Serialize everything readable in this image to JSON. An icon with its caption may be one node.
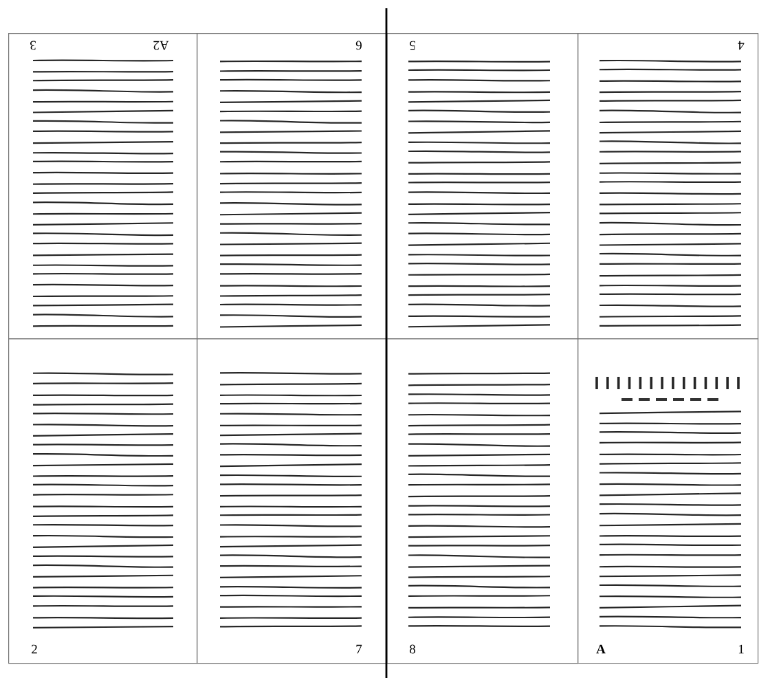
{
  "diagram": {
    "nodes": [
      {
        "text": [
          "3",
          "A2"
        ]
      },
      {
        "text": [
          "6"
        ]
      },
      {
        "text": [
          "5"
        ]
      },
      {
        "text": [
          "4"
        ]
      },
      {
        "text": [
          "2"
        ]
      },
      {
        "text": [
          "7"
        ]
      },
      {
        "text": [
          "8"
        ]
      },
      {
        "text": [
          "A",
          "1"
        ]
      }
    ]
  }
}
